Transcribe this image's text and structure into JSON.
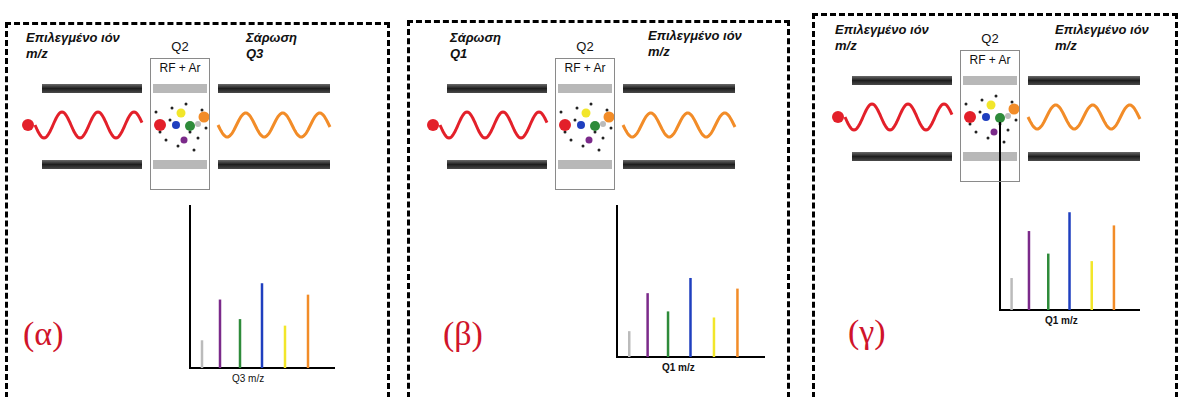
{
  "diagram": {
    "nodes": [
      {
        "text": [
          "(α)"
        ]
      },
      {
        "text": [
          "Q2",
          "RF + Ar"
        ],
        "in": 0
      },
      {
        "text": [
          "(β)"
        ]
      },
      {
        "text": [
          "Q2",
          "RF + Ar"
        ],
        "in": 2
      },
      {
        "text": [
          "(γ)"
        ]
      },
      {
        "text": [
          "Q2",
          "RF + Ar"
        ],
        "in": 4
      }
    ],
    "labels": [
      "Επιλεγμένο ιόν m/z",
      "Σάρωση Q3",
      "Q3 m/z",
      "Σάρωση Q1",
      "Επιλεγμένο ιόν m/z",
      "Q1 m/z",
      "Επιλεγμένο ιόν m/z",
      "Επιλεγμένο ιόν m/z",
      "Q1 m/z"
    ]
  }
}
